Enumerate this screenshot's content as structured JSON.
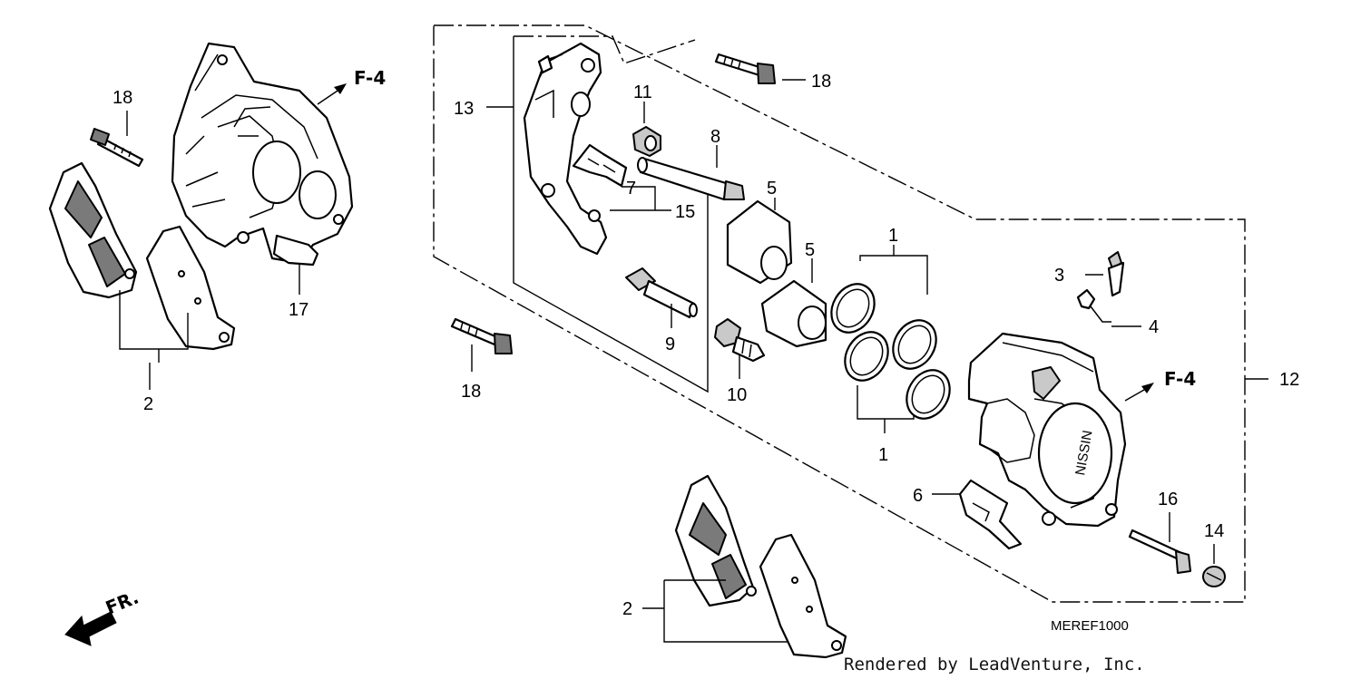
{
  "diagram": {
    "code": "MEREF1000",
    "credit": "Rendered by LeadVenture, Inc.",
    "direction_label": "FR.",
    "ref_label": "F-4",
    "callouts": {
      "c1a": "1",
      "c1b": "1",
      "c2a": "2",
      "c2b": "2",
      "c3": "3",
      "c4": "4",
      "c5a": "5",
      "c5b": "5",
      "c6": "6",
      "c7": "7",
      "c8": "8",
      "c9": "9",
      "c10": "10",
      "c11": "11",
      "c12": "12",
      "c13": "13",
      "c14": "14",
      "c15": "15",
      "c16": "16",
      "c17": "17",
      "c18a": "18",
      "c18b": "18",
      "c18c": "18"
    }
  }
}
